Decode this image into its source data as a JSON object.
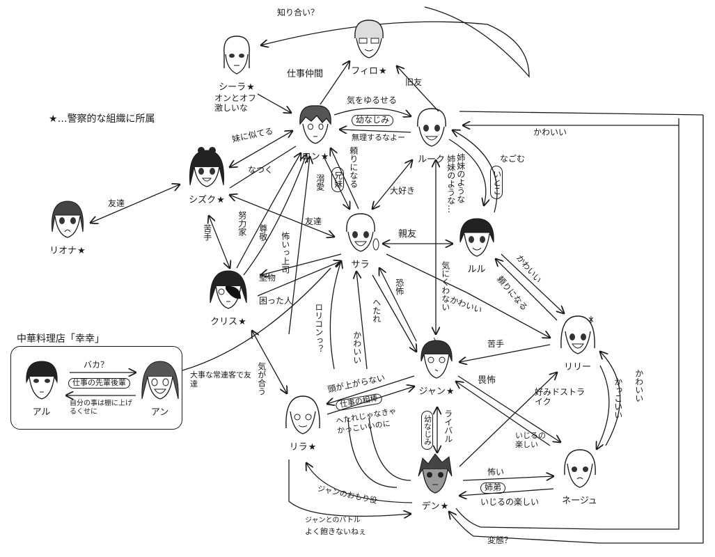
{
  "legend": {
    "star": "★",
    "text": "…警察的な組織に所属"
  },
  "shop": {
    "title": "中華料理店「幸幸」"
  },
  "characters": {
    "shira": {
      "name": "シーラ",
      "star": "★"
    },
    "firo": {
      "name": "フィロ",
      "star": "★"
    },
    "ron": {
      "name": "ロン",
      "star": "★"
    },
    "luke": {
      "name": "ルーク",
      "star": ""
    },
    "shizuku": {
      "name": "シズク",
      "star": "★"
    },
    "riona": {
      "name": "リオナ",
      "star": "★"
    },
    "sara": {
      "name": "サラ",
      "star": ""
    },
    "rulu": {
      "name": "ルル",
      "star": ""
    },
    "chris": {
      "name": "クリス",
      "star": "★"
    },
    "al": {
      "name": "アル",
      "star": ""
    },
    "an": {
      "name": "アン",
      "star": ""
    },
    "lila": {
      "name": "リラ",
      "star": "★"
    },
    "jan": {
      "name": "ジャン",
      "star": "★"
    },
    "lily": {
      "name": "リリー",
      "star": ""
    },
    "den": {
      "name": "デン",
      "star": "★"
    },
    "neju": {
      "name": "ネージュ",
      "star": ""
    }
  },
  "labels": {
    "firo_shira": "知り合い？",
    "ron_firo": "仕事仲間",
    "luke_firo": "旧友",
    "shira_ron": "オンとオフ激しいな",
    "ron_luke": "気をゆるせる",
    "ron_luke_rel": "幼なじみ",
    "luke_ron": "無理するなよー",
    "lily_luke": "かわいい",
    "luke_rulu_a": "姉妹のような",
    "luke_rulu_b": "姉妹のような…",
    "rulu_luke": "なごむ",
    "luke_rulu_rel": "いとこ",
    "shizuku_ron": "妹に似てる",
    "ron_shizuku": "なつく",
    "ron_sara": "溺愛",
    "ron_sara_rel": "兄妹",
    "sara_ron": "頼りになる",
    "sara_luke": "大好き",
    "riona_shizuku": "友達",
    "sara_shizuku": "友達",
    "chris_shizuku": "苦手",
    "chris_ron": "努力家",
    "chris_ron2": "尊敬",
    "chris_ron3": "怖いっ上司",
    "sara_rulu": "親友",
    "jan_luke": "気にくわない",
    "sara_chris": "堅物",
    "chris_sara": "困った人",
    "jan_sara": "恐怖",
    "sara_jan": "へたれ",
    "den_sara": "ロリコンっ？",
    "jan_sara2": "かわいい",
    "rulu_lily": "かわいい",
    "lily_rulu": "頼りになる",
    "sara_lily": "かわいい",
    "lily_jan": "苦手",
    "jan_neju": "畏怖",
    "den_lily": "好みドストライク",
    "neju_jan": "いじるの楽しい",
    "neju_lily": "かわいい",
    "lily_neju": "かっこいい",
    "al_an": "バカ？",
    "al_an_rel": "仕事の先輩後輩",
    "an_al": "自分の事は棚に上げるくせに",
    "an_chris": "大事な常連客で友達",
    "chris_lila": "気が合う",
    "jan_lila": "頭が上がらない",
    "jan_lila_rel": "仕事の相棒",
    "lila_jan_a": "へたれじゃなきゃ",
    "lila_jan_b": "かっこいいのに",
    "jan_den_rel": "幼なじみ",
    "jan_den": "ライバル",
    "den_neju": "怖い",
    "den_neju_rel": "姉弟",
    "neju_den": "いじるの楽しい",
    "den_lila": "ジャンのおもり役",
    "lila_den_a": "ジャンとのバトル",
    "lila_den_b": "よく飽きないねぇ",
    "luke_den": "変態？"
  }
}
